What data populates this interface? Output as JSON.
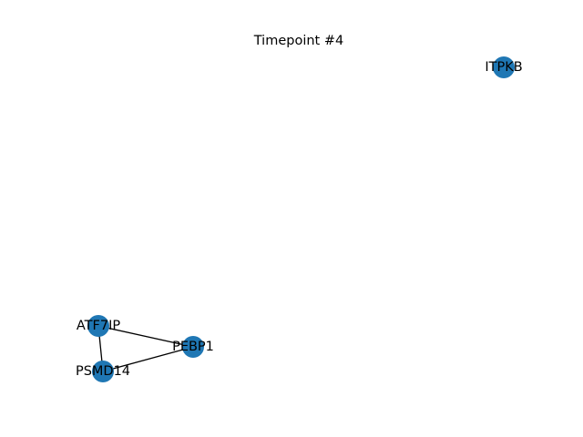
{
  "title": "Timepoint #4",
  "colors": {
    "node": "#1f77b4",
    "edge": "#000000",
    "label": "#000000",
    "background": "#ffffff"
  },
  "nodes": [
    {
      "id": "ITPKB",
      "label": "ITPKB"
    },
    {
      "id": "ATF7IP",
      "label": "ATF7IP"
    },
    {
      "id": "PEBP1",
      "label": "PEBP1"
    },
    {
      "id": "PSMD14",
      "label": "PSMD14"
    }
  ],
  "edges": [
    {
      "source": "ATF7IP",
      "target": "PEBP1"
    },
    {
      "source": "ATF7IP",
      "target": "PSMD14"
    },
    {
      "source": "PSMD14",
      "target": "PEBP1"
    }
  ]
}
